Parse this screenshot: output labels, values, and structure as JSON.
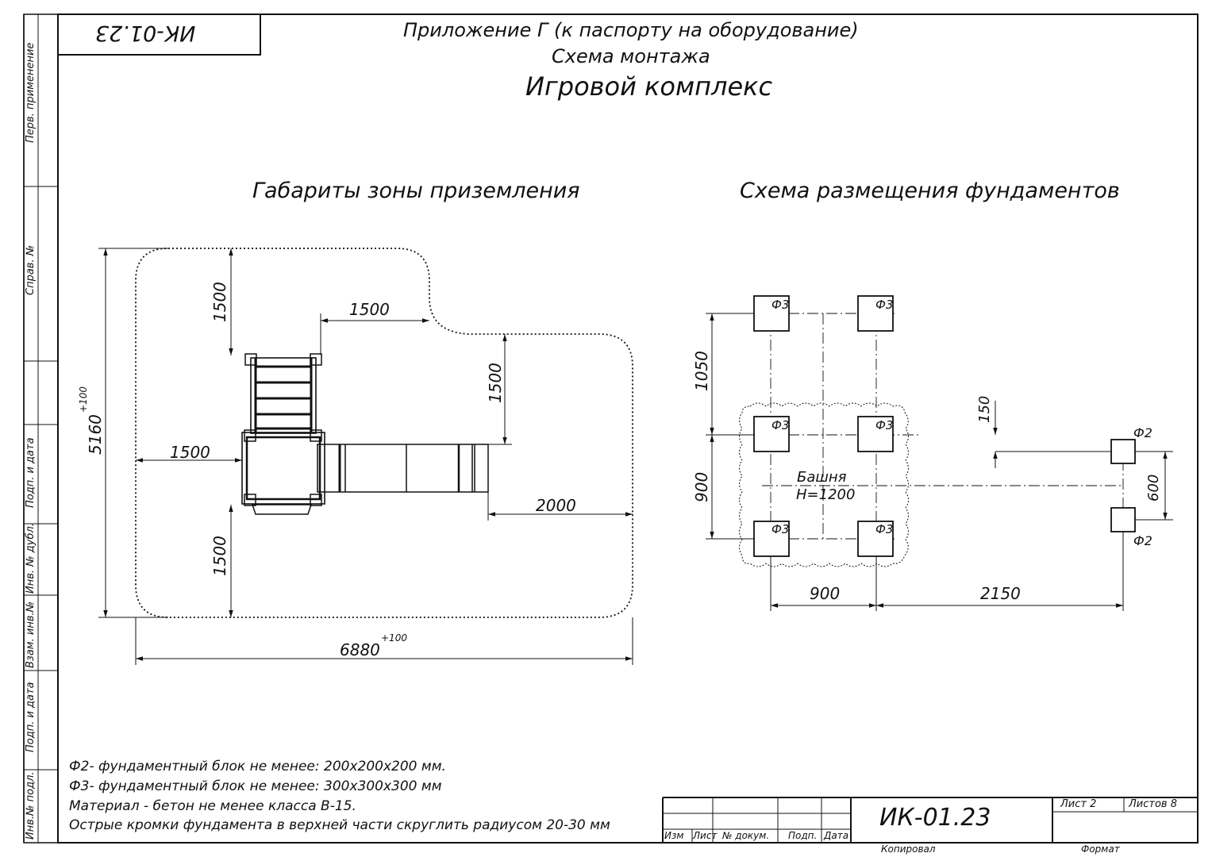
{
  "stamp_code": "ИК-01.23",
  "header": {
    "line1": "Приложение Г (к паспорту на оборудование)",
    "line2": "Схема монтажа",
    "line3": "Игровой комплекс"
  },
  "left_panel": {
    "title": "Габариты зоны приземления",
    "dims": {
      "top": "1500",
      "top_right": "1500",
      "right_v": "1500",
      "left": "1500",
      "bottom_v": "1500",
      "slide": "2000",
      "height": "5160",
      "height_tol": "+100",
      "width": "6880",
      "width_tol": "+100"
    }
  },
  "right_panel": {
    "title": "Схема размещения фундаментов",
    "f3": "Ф3",
    "f2": "Ф2",
    "tower": "Башня",
    "tower_h": "H=1200",
    "dims": {
      "d1050": "1050",
      "d900v": "900",
      "d150": "150",
      "d600": "600",
      "d900h": "900",
      "d2150": "2150"
    }
  },
  "notes": [
    "Ф2- фундаментный блок не менее: 200х200х200 мм.",
    "Ф3- фундаментный блок не менее: 300х300х300 мм",
    "Материал - бетон не менее класса В-15.",
    "Острые кромки фундамента в верхней части скруглить радиусом 20-30 мм"
  ],
  "side_labels": [
    "Перв. применение",
    "Справ. №",
    "Подп. и дата",
    "Инв. № дубл.",
    "Взам. инв.№",
    "Подп. и дата",
    "Инв.№ подл."
  ],
  "title_block": {
    "code": "ИК-01.23",
    "sheet": "Лист 2",
    "sheets": "Листов 8",
    "cols": [
      "Изм",
      "Лист",
      "№ докум.",
      "Подп.",
      "Дата"
    ],
    "copied": "Копировал",
    "format": "Формат"
  }
}
